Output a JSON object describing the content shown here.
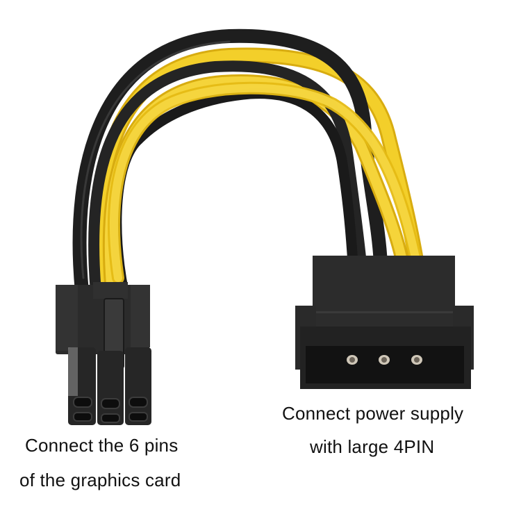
{
  "image": {
    "subject": "Molex 4-pin to PCIe 6-pin power adapter cable",
    "background": "#ffffff",
    "colors": {
      "wire_black": "#1e1e1e",
      "wire_yellow": "#f0c81e",
      "connector_body": "#2a2a2a",
      "connector_face": "#141414",
      "pin_metal": "#c9c2b4"
    }
  },
  "captions": {
    "left": {
      "line1": "Connect the 6 pins",
      "line2": "of the graphics card"
    },
    "right": {
      "line1": "Connect power supply",
      "line2": "with large 4PIN"
    }
  },
  "connectors": {
    "left": {
      "name": "PCIe 6-pin",
      "pin_count": 6
    },
    "right": {
      "name": "Molex 4-pin",
      "visible_pins": 3
    }
  }
}
